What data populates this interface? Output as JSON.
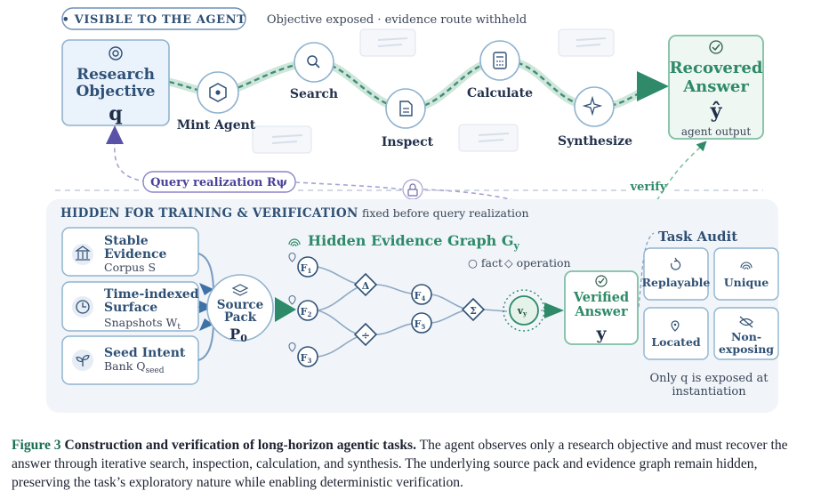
{
  "top": {
    "badge": "• VISIBLE TO THE AGENT",
    "subtitle": "Objective exposed · evidence route withheld",
    "objective": {
      "line1": "Research",
      "line2": "Objective",
      "symbol": "q",
      "icon": "target-icon"
    },
    "agent": {
      "label": "Mint Agent",
      "icon": "hexagon-agent-icon"
    },
    "steps": [
      {
        "label": "Search",
        "icon": "search-icon"
      },
      {
        "label": "Inspect",
        "icon": "document-icon"
      },
      {
        "label": "Calculate",
        "icon": "calculator-icon"
      },
      {
        "label": "Synthesize",
        "icon": "sparkle-icon"
      }
    ],
    "answer": {
      "line1": "Recovered",
      "line2": "Answer",
      "symbol": "ŷ",
      "note": "agent output",
      "icon": "check-circle-icon"
    },
    "query_realization": "Query realization  Rψ",
    "verify": "verify"
  },
  "bottom": {
    "badge": "HIDDEN FOR TRAINING & VERIFICATION",
    "subtitle": "fixed before query realization",
    "inputs": [
      {
        "line1": "Stable",
        "line2": "Evidence",
        "sub": "Corpus S",
        "icon": "bank-icon"
      },
      {
        "line1": "Time-indexed",
        "line2": "Surface",
        "sub": "Snapshots W",
        "sub_index": "t",
        "icon": "clock-icon"
      },
      {
        "line1": "Seed Intent",
        "line2": "",
        "sub": "Bank Q",
        "sub_index": "seed",
        "icon": "sprout-icon"
      }
    ],
    "source_pack": {
      "line1": "Source",
      "line2": "Pack",
      "symbol": "P",
      "symbol_index": "0",
      "icon": "layers-icon"
    },
    "graph": {
      "title": "Hidden Evidence Graph G",
      "title_index": "y",
      "legend_fact": "○ fact",
      "legend_operation": "◇ operation",
      "facts": [
        "F",
        "F",
        "F",
        "F",
        "F"
      ],
      "fact_indices": [
        "1",
        "2",
        "3",
        "4",
        "5"
      ],
      "operations": [
        "Δ",
        "÷",
        "Σ"
      ],
      "value_node": "v",
      "value_index": "y"
    },
    "verified": {
      "line1": "Verified",
      "line2": "Answer",
      "symbol": "y",
      "icon": "check-circle-icon"
    },
    "audit": {
      "title": "Task Audit",
      "items": [
        {
          "label": "Replayable",
          "icon": "replay-icon"
        },
        {
          "label": "Unique",
          "icon": "fingerprint-icon"
        },
        {
          "label": "Located",
          "icon": "pin-icon"
        },
        {
          "label": "Non-",
          "label2": "exposing",
          "icon": "eye-off-icon"
        }
      ],
      "note_line1": "Only q is exposed at",
      "note_line2": "instantiation"
    }
  },
  "caption": {
    "label": "Figure 3",
    "title": "Construction and verification of long-horizon agentic tasks.",
    "text": "The agent observes only a research objective and must recover the answer through iterative search, inspection, calculation, and synthesis. The underlying source pack and evidence graph remain hidden, preserving the task’s exploratory nature while enabling deterministic verification."
  },
  "colors": {
    "green": "#2e8a68",
    "navy": "#243a5e",
    "blue_border": "#8fb3cf",
    "purple": "#5a52a8",
    "panel": "#f1f5f9"
  }
}
